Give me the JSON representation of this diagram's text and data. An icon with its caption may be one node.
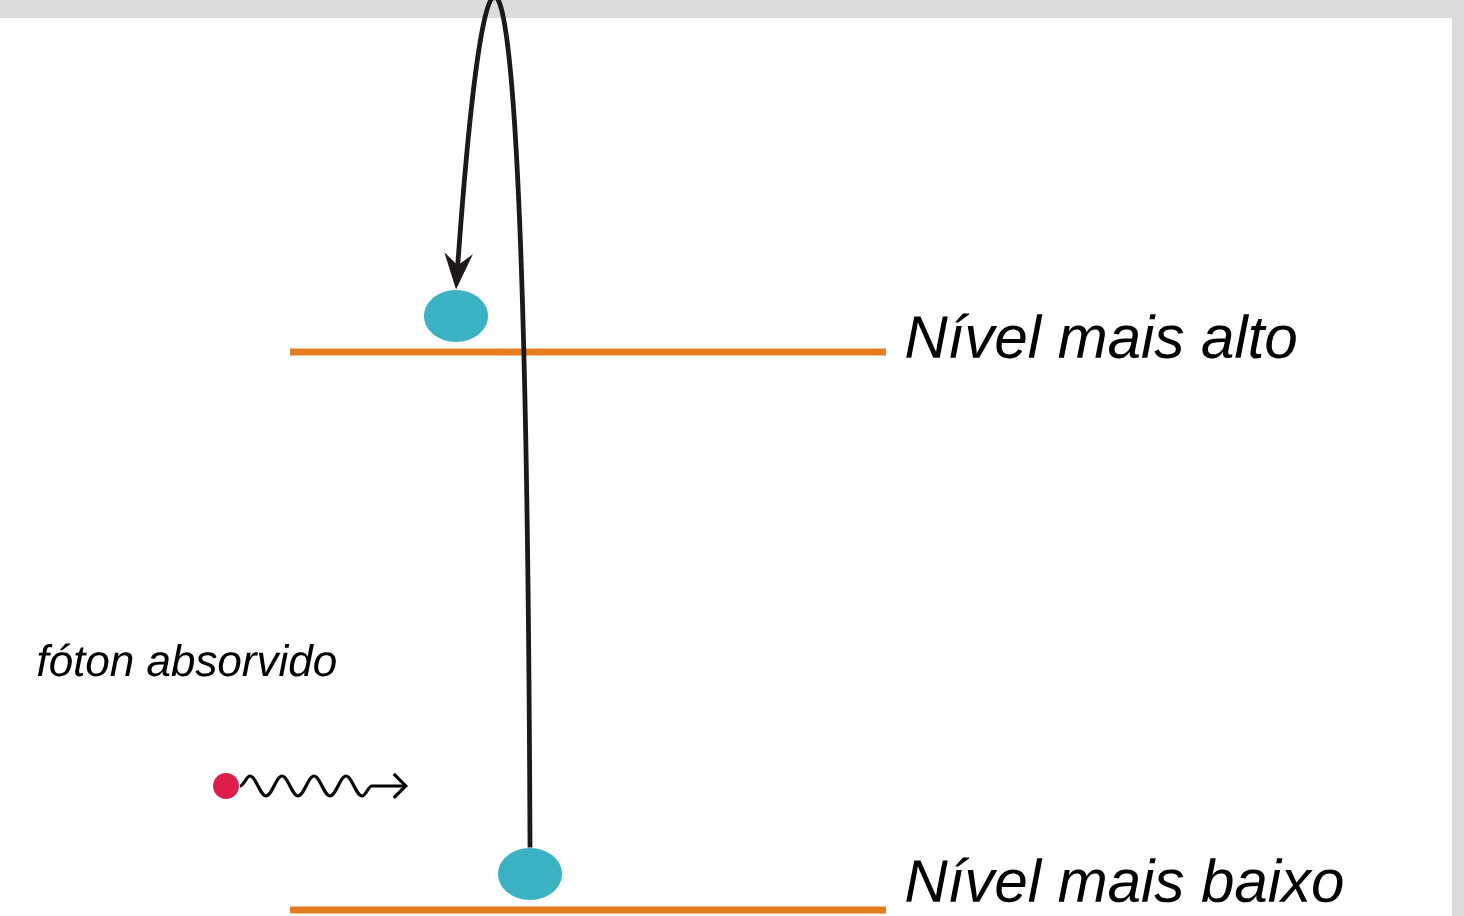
{
  "diagram": {
    "nodes": [
      {
        "text": [],
        "shape": "circle"
      },
      {
        "text": [],
        "shape": "circle"
      }
    ],
    "edges": [
      {
        "from": 1,
        "to": 0,
        "arrow": "to"
      }
    ],
    "labels": [
      "Nível mais alto",
      "fóton absorvido",
      "Nível mais baixo"
    ]
  }
}
